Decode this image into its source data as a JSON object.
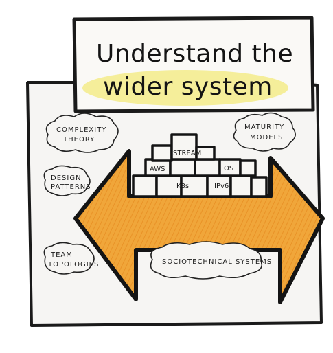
{
  "title": {
    "line1": "Understand the",
    "line2": "wider system"
  },
  "clouds": {
    "complexity": [
      "COMPLEXITY",
      "THEORY"
    ],
    "maturity": [
      "MATURITY",
      "MODELS"
    ],
    "design": [
      "DESIGN",
      "PATTERNS"
    ],
    "team": [
      "TEAM",
      "TOPOLOGIES"
    ],
    "socio": "SOCIOTECHNICAL SYSTEMS"
  },
  "blocks": {
    "stream": "STREAM",
    "aws": "AWS",
    "os": "OS",
    "k8s": "K8s",
    "ipv6": "IPv6"
  },
  "colors": {
    "paper": "#f6f5f3",
    "ink": "#151515",
    "arrow_fill": "#f0a63a",
    "highlight": "#f3ec8a"
  }
}
